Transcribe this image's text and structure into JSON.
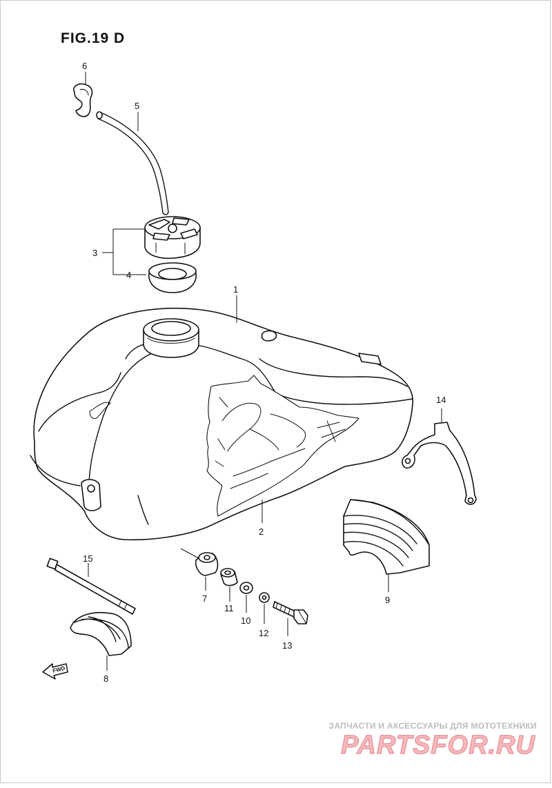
{
  "figure": {
    "title": "FIG.19 D"
  },
  "callouts": {
    "p1": "1",
    "p2": "2",
    "p3": "3",
    "p4": "4",
    "p5": "5",
    "p6": "6",
    "p7": "7",
    "p8": "8",
    "p9": "9",
    "p10": "10",
    "p11": "11",
    "p12": "12",
    "p13": "13",
    "p14": "14",
    "p15": "15"
  },
  "direction_marker": {
    "label": "FWD",
    "icon": "forward-arrow-icon"
  },
  "watermark": {
    "tagline": "ЗАПЧАСТИ И АКСЕССУАРЫ ДЛЯ МОТОТЕХНИКИ",
    "logo": "PARTSFOR.RU",
    "colors": {
      "tagline": "#bcbcbc",
      "logo_fill": "#f6b9bd",
      "logo_stroke": "#e58f96"
    }
  }
}
